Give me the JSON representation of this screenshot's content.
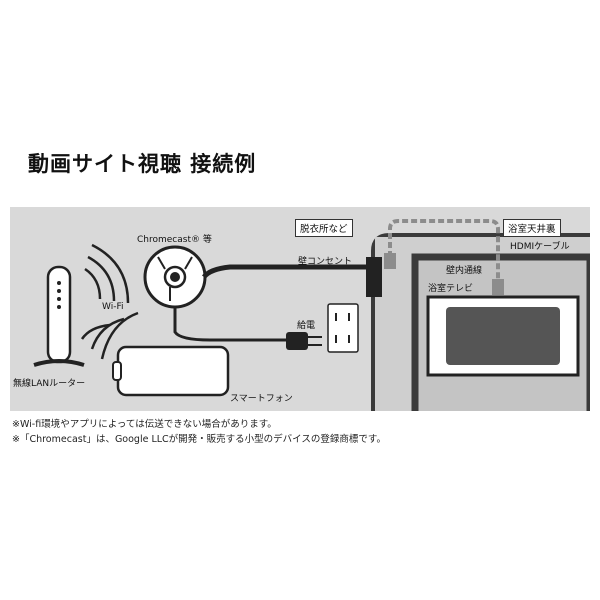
{
  "title": "動画サイト視聴 接続例",
  "labels": {
    "chromecast": "Chromecast® 等",
    "wifi": "Wi-Fi",
    "router": "無線LANルーター",
    "smartphone": "スマートフォン",
    "outlet": "壁コンセント",
    "power": "給電",
    "dressing_room": "脱衣所など",
    "ceiling": "浴室天井裏",
    "hdmi": "HDMIケーブル",
    "wall_wiring": "壁内通線",
    "bath_tv": "浴室テレビ"
  },
  "notes": [
    "※Wi-fi環境やアプリによっては伝送できない場合があります。",
    "※「Chromecast」は、Google LLCが開発・販売する小型のデバイスの登録商標です。"
  ],
  "colors": {
    "background_area": "#d9d9d9",
    "wall": "#3a3a3a",
    "hdmi_cable": "#8c8c8c",
    "tv_screen": "#555555"
  }
}
